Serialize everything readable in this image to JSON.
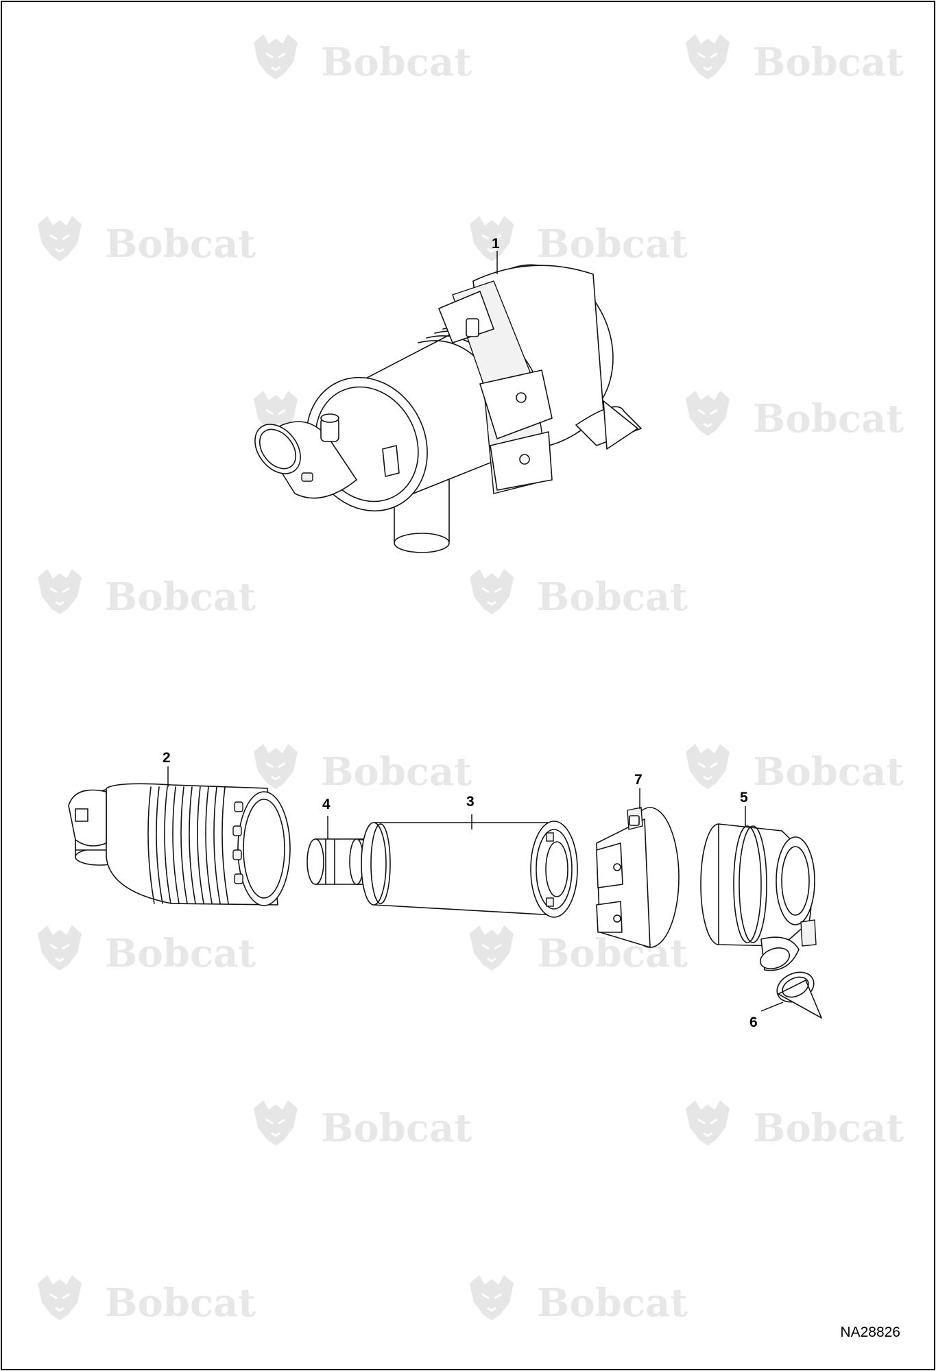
{
  "diagram": {
    "watermark_text": "Bobcat",
    "reference_code": "NA28826",
    "callouts": [
      {
        "id": "1",
        "label": "1"
      },
      {
        "id": "2",
        "label": "2"
      },
      {
        "id": "3",
        "label": "3"
      },
      {
        "id": "4",
        "label": "4"
      },
      {
        "id": "5",
        "label": "5"
      },
      {
        "id": "6",
        "label": "6"
      },
      {
        "id": "7",
        "label": "7"
      }
    ],
    "colors": {
      "line": "#111111",
      "watermark": "#e7e7e7",
      "border": "#000000"
    }
  }
}
